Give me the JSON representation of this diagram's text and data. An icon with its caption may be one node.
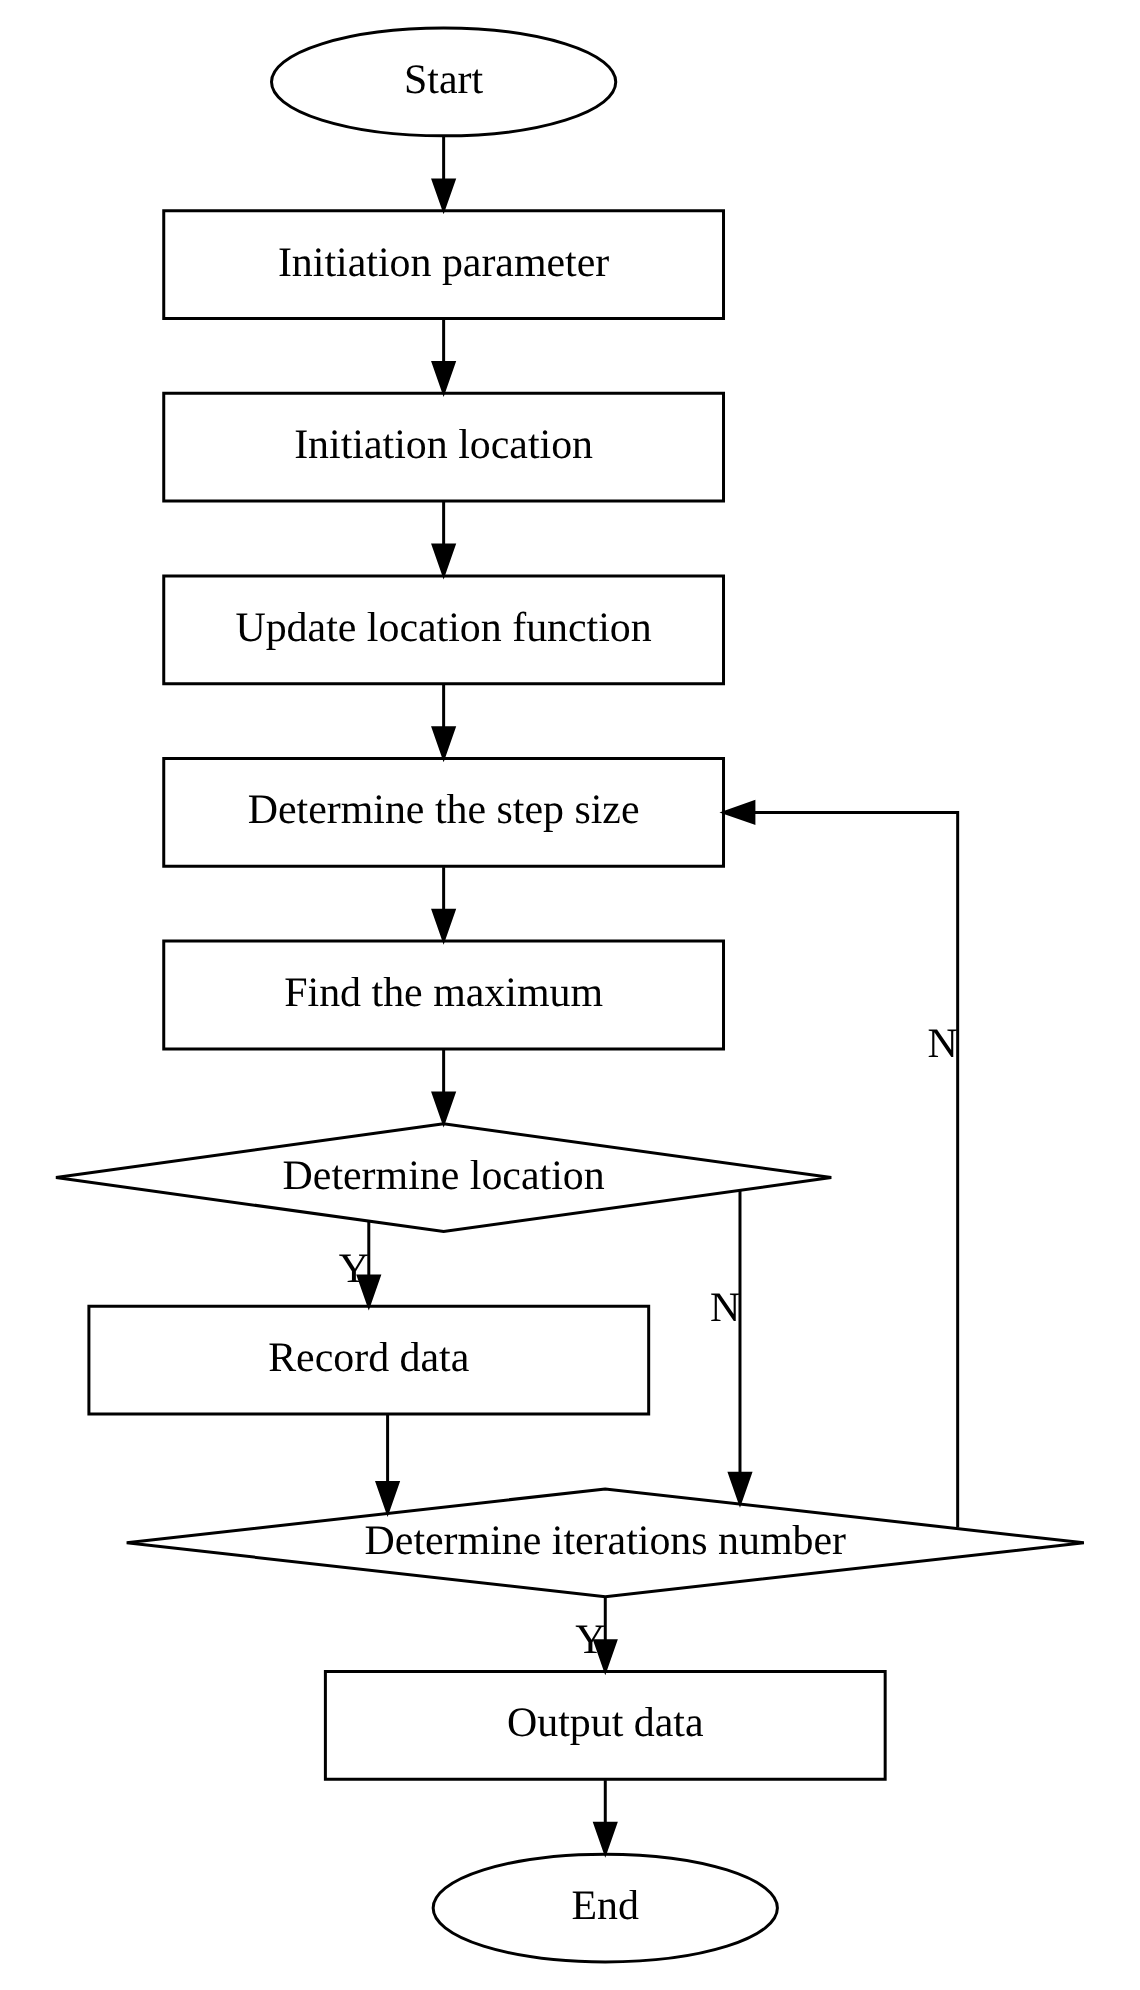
{
  "diagram": {
    "nodes": [
      {
        "text": [
          "Start"
        ]
      },
      {
        "text": [
          "Initiation parameter"
        ]
      },
      {
        "text": [
          "Initiation location"
        ]
      },
      {
        "text": [
          "Update location function"
        ]
      },
      {
        "text": [
          "Determine the step size"
        ]
      },
      {
        "text": [
          "Find the maximum"
        ]
      },
      {
        "text": [
          "Determine location"
        ]
      },
      {
        "text": [
          "Record data"
        ]
      },
      {
        "text": [
          "Determine iterations number"
        ]
      },
      {
        "text": [
          "Output data"
        ]
      },
      {
        "text": [
          "End"
        ]
      }
    ],
    "edges": [
      {
        "from": 0,
        "to": 1,
        "arrow": "to"
      },
      {
        "from": 1,
        "to": 2,
        "arrow": "to"
      },
      {
        "from": 2,
        "to": 3,
        "arrow": "to"
      },
      {
        "from": 3,
        "to": 4,
        "arrow": "to"
      },
      {
        "from": 4,
        "to": 5,
        "arrow": "to"
      },
      {
        "from": 5,
        "to": 6,
        "arrow": "to"
      },
      {
        "from": 6,
        "to": 7,
        "arrow": "to",
        "label": "Y"
      },
      {
        "from": 6,
        "to": 8,
        "arrow": "to",
        "label": "N"
      },
      {
        "from": 7,
        "to": 8,
        "arrow": "to"
      },
      {
        "from": 8,
        "to": 4,
        "arrow": "to",
        "label": "N"
      },
      {
        "from": 8,
        "to": 9,
        "arrow": "to",
        "label": "Y"
      },
      {
        "from": 9,
        "to": 10,
        "arrow": "to"
      }
    ]
  }
}
